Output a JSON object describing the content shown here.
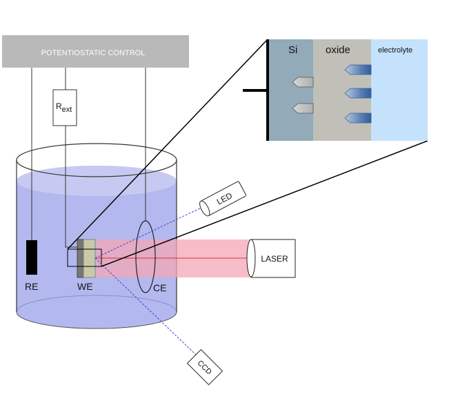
{
  "labels": {
    "control": "POTENTIOSTATIC CONTROL",
    "r_main": "R",
    "r_sub": "ext",
    "re": "RE",
    "we": "WE",
    "ce": "CE",
    "led": "LED",
    "laser": "LASER",
    "ccd": "CCD",
    "si": "Si",
    "oxide": "oxide",
    "electrolyte": "electrolyte"
  },
  "colors": {
    "control_box": "#b9b9b9",
    "electrolyte_liquid": "#b3b8ee",
    "laser_beam": "#f3a7b6",
    "si_layer": "#93aab8",
    "oxide_layer": "#c0c0b8",
    "electrolyte_layer": "#c4e2fb",
    "re_electrode": "#000000"
  }
}
